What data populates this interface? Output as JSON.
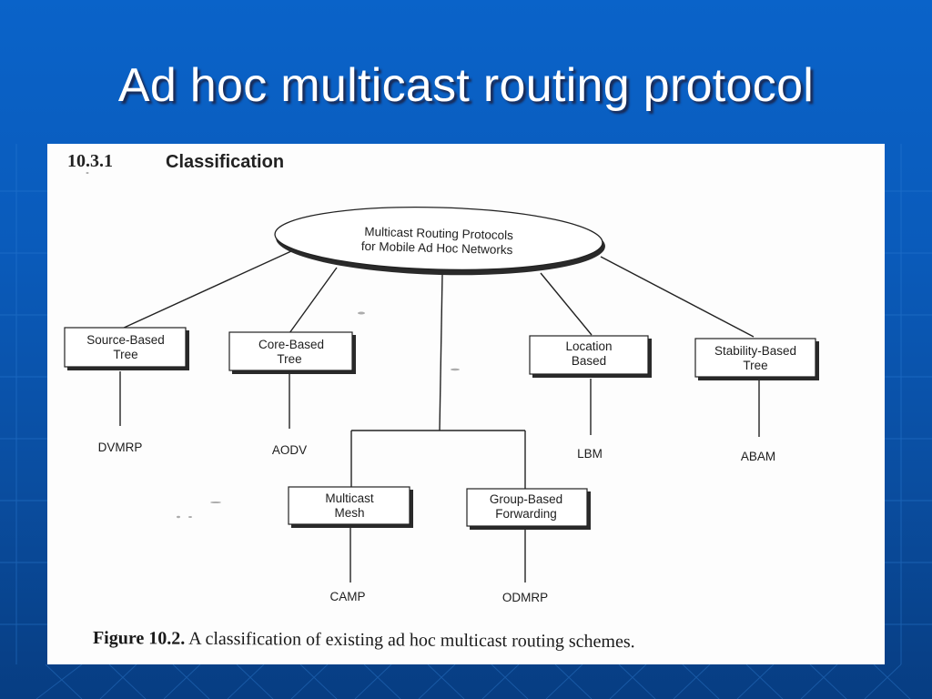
{
  "slide": {
    "title": "Ad hoc multicast routing protocol"
  },
  "figure": {
    "section_number": "10.3.1",
    "section_title": "Classification",
    "root": {
      "line1": "Multicast Routing Protocols",
      "line2": "for Mobile Ad Hoc Networks"
    },
    "nodes": [
      {
        "id": "source-based-tree",
        "line1": "Source-Based",
        "line2": "Tree",
        "leaf": "DVMRP"
      },
      {
        "id": "core-based-tree",
        "line1": "Core-Based",
        "line2": "Tree",
        "leaf": "AODV"
      },
      {
        "id": "multicast-mesh",
        "line1": "Multicast",
        "line2": "Mesh",
        "leaf": "CAMP"
      },
      {
        "id": "group-based-forwarding",
        "line1": "Group-Based",
        "line2": "Forwarding",
        "leaf": "ODMRP"
      },
      {
        "id": "location-based",
        "line1": "Location",
        "line2": "Based",
        "leaf": "LBM"
      },
      {
        "id": "stability-based-tree",
        "line1": "Stability-Based",
        "line2": "Tree",
        "leaf": "ABAM"
      }
    ],
    "caption": {
      "label": "Figure 10.2.",
      "text": "A classification of existing ad hoc multicast routing schemes."
    }
  },
  "colors": {
    "background": "#0a5bbb",
    "title_text": "#ffffff",
    "scan_paper": "#fdfdfd",
    "ink": "#1e1e1e"
  }
}
